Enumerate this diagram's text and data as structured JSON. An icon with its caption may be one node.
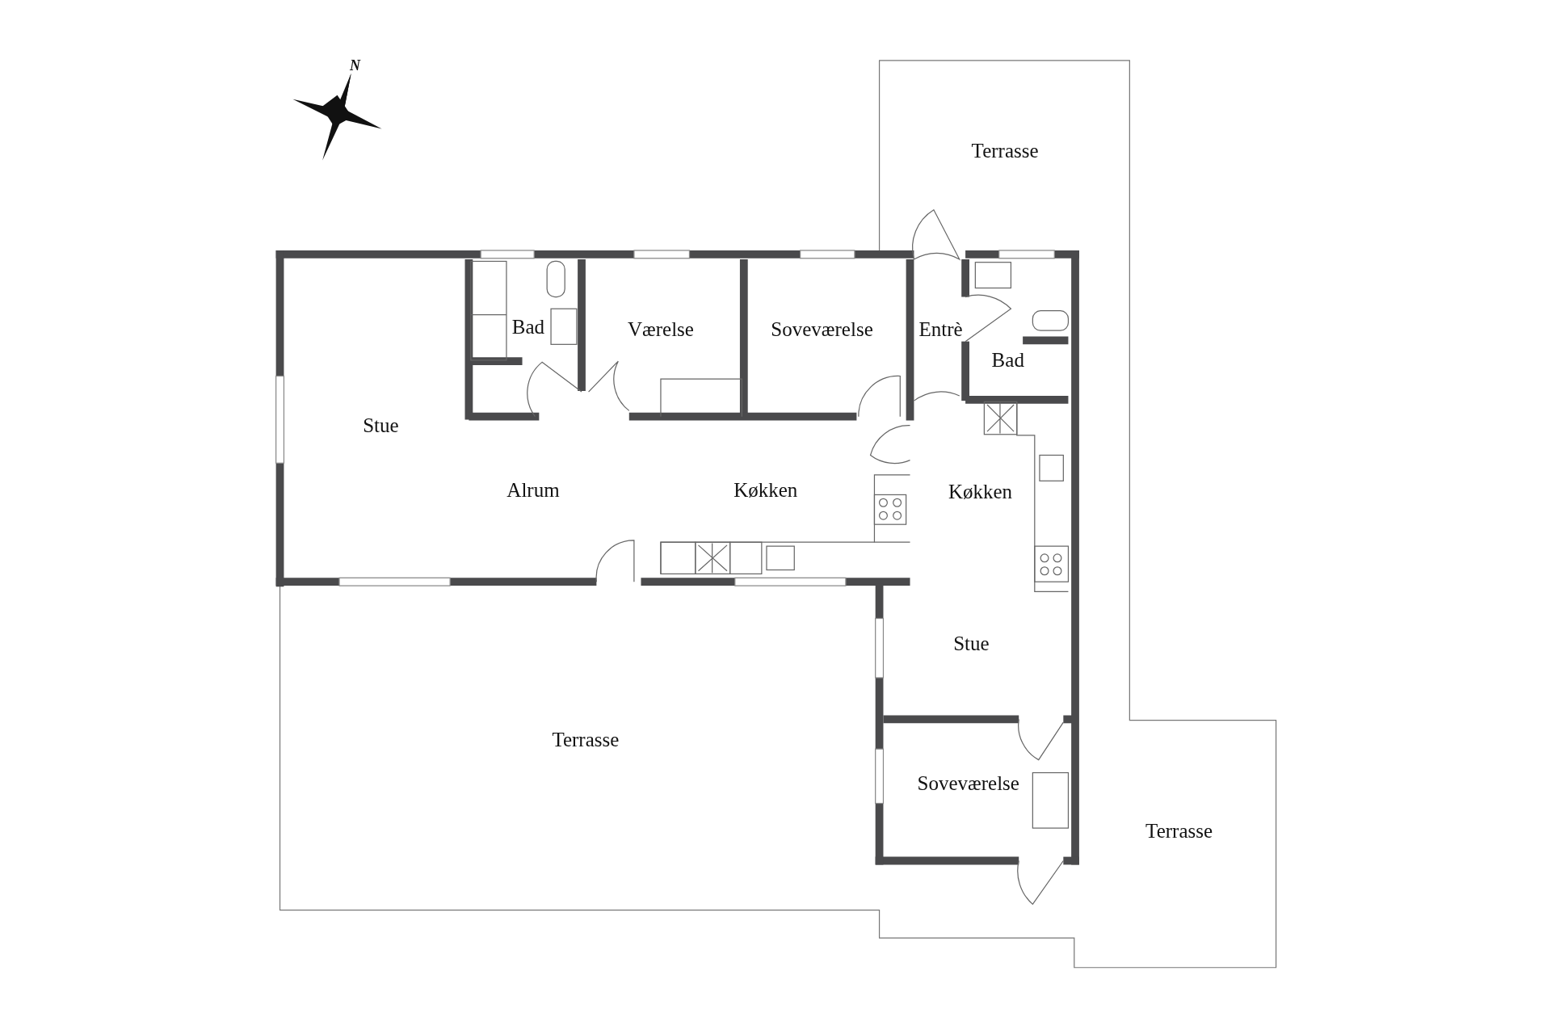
{
  "diagram": {
    "labels": [
      "N",
      "Terrasse",
      "Bad",
      "Værelse",
      "Soveværelse",
      "Entrè",
      "Bad",
      "Stue",
      "Alrum",
      "Køkken",
      "Køkken",
      "Stue",
      "Terrasse",
      "Soveværelse",
      "Terrasse"
    ]
  }
}
